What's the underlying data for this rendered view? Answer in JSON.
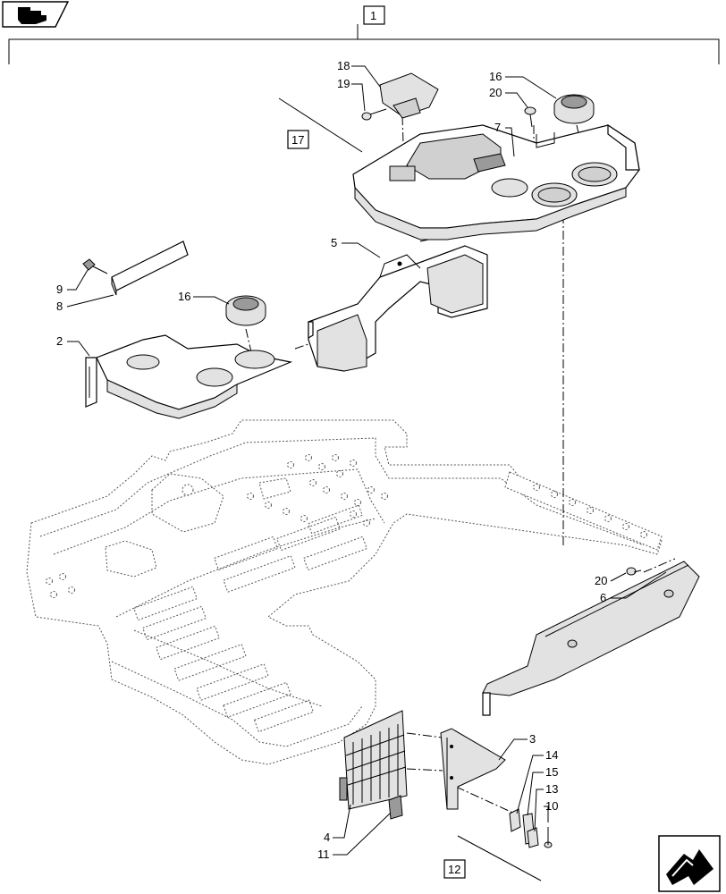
{
  "top_box_label": "1",
  "sub_box_labels": {
    "box_17": "17",
    "box_12": "12"
  },
  "callouts": {
    "c18": "18",
    "c19": "19",
    "c16a": "16",
    "c20a": "20",
    "c7": "7",
    "c5": "5",
    "c9": "9",
    "c8": "8",
    "c16b": "16",
    "c2": "2",
    "c20b": "20",
    "c6": "6",
    "c3": "3",
    "c14": "14",
    "c15": "15",
    "c13": "13",
    "c10": "10",
    "c4": "4",
    "c11": "11"
  },
  "icons": {
    "top_left": "pointing-hand-icon",
    "bottom_right": "arrow-right-icon"
  }
}
